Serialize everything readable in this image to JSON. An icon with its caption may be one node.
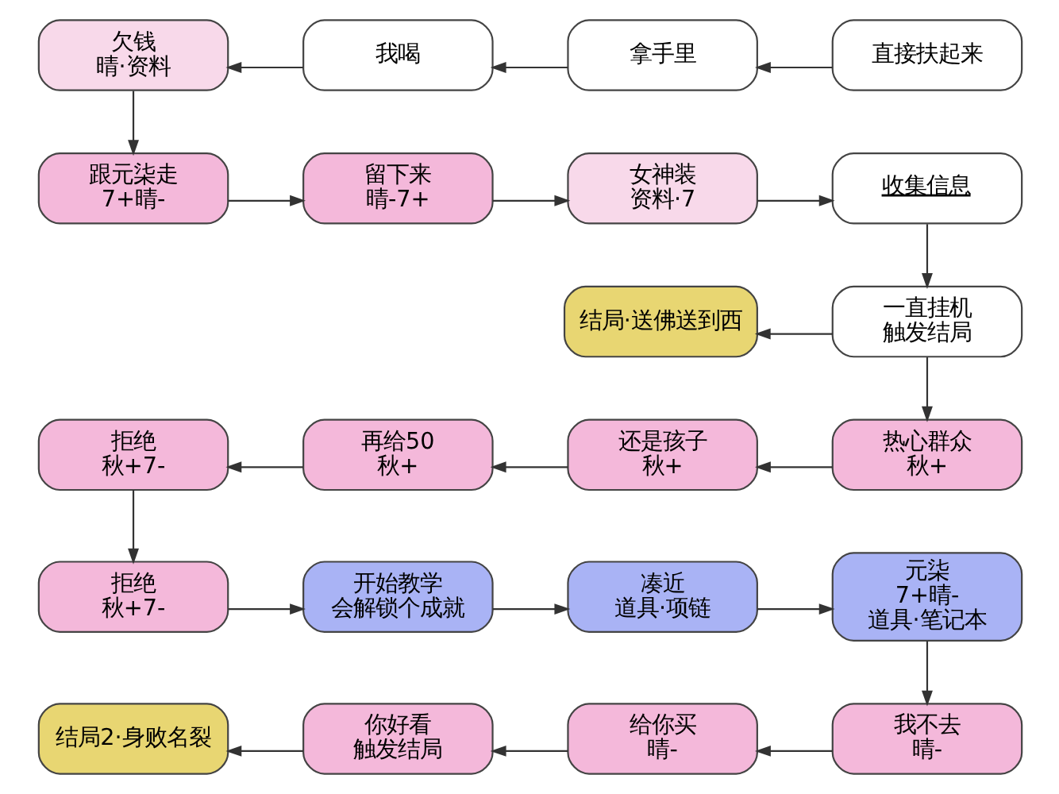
{
  "diagram": {
    "nodes": [
      {
        "text": [
          "欠钱",
          "晴·资料"
        ]
      },
      {
        "text": [
          "我喝"
        ]
      },
      {
        "text": [
          "拿手里"
        ]
      },
      {
        "text": [
          "直接扶起来"
        ]
      },
      {
        "text": [
          "跟元柒走",
          "7+晴-"
        ]
      },
      {
        "text": [
          "留下来",
          "晴-7+"
        ]
      },
      {
        "text": [
          "女神装",
          "资料·7"
        ]
      },
      {
        "text": [
          "收集信息"
        ]
      },
      {
        "text": [
          "结局·送佛送到西"
        ]
      },
      {
        "text": [
          "一直挂机",
          "触发结局"
        ]
      },
      {
        "text": [
          "拒绝",
          "秋+7-"
        ]
      },
      {
        "text": [
          "再给50",
          "秋+"
        ]
      },
      {
        "text": [
          "还是孩子",
          "秋+"
        ]
      },
      {
        "text": [
          "热心群众",
          "秋+"
        ]
      },
      {
        "text": [
          "拒绝",
          "秋+7-"
        ]
      },
      {
        "text": [
          "开始教学",
          "会解锁个成就"
        ]
      },
      {
        "text": [
          "凑近",
          "道具·项链"
        ]
      },
      {
        "text": [
          "元柒",
          "7+晴-",
          "道具·笔记本"
        ]
      },
      {
        "text": [
          "结局2·身败名裂"
        ]
      },
      {
        "text": [
          "你好看",
          "触发结局"
        ]
      },
      {
        "text": [
          "给你买",
          "晴-"
        ]
      },
      {
        "text": [
          "我不去",
          "晴-"
        ]
      }
    ],
    "edges": [
      {
        "from": 3,
        "to": 2,
        "arrow": "to"
      },
      {
        "from": 2,
        "to": 1,
        "arrow": "to"
      },
      {
        "from": 1,
        "to": 0,
        "arrow": "to"
      },
      {
        "from": 0,
        "to": 4,
        "arrow": "to"
      },
      {
        "from": 4,
        "to": 5,
        "arrow": "to"
      },
      {
        "from": 5,
        "to": 6,
        "arrow": "to"
      },
      {
        "from": 6,
        "to": 7,
        "arrow": "to"
      },
      {
        "from": 7,
        "to": 9,
        "arrow": "to"
      },
      {
        "from": 9,
        "to": 8,
        "arrow": "to"
      },
      {
        "from": 9,
        "to": 13,
        "arrow": "to"
      },
      {
        "from": 13,
        "to": 12,
        "arrow": "to"
      },
      {
        "from": 12,
        "to": 11,
        "arrow": "to"
      },
      {
        "from": 11,
        "to": 10,
        "arrow": "to"
      },
      {
        "from": 10,
        "to": 14,
        "arrow": "to"
      },
      {
        "from": 14,
        "to": 15,
        "arrow": "to"
      },
      {
        "from": 15,
        "to": 16,
        "arrow": "to"
      },
      {
        "from": 16,
        "to": 17,
        "arrow": "to"
      },
      {
        "from": 17,
        "to": 21,
        "arrow": "to"
      },
      {
        "from": 21,
        "to": 20,
        "arrow": "to"
      },
      {
        "from": 20,
        "to": 19,
        "arrow": "to"
      },
      {
        "from": 19,
        "to": 18,
        "arrow": "to"
      }
    ]
  }
}
